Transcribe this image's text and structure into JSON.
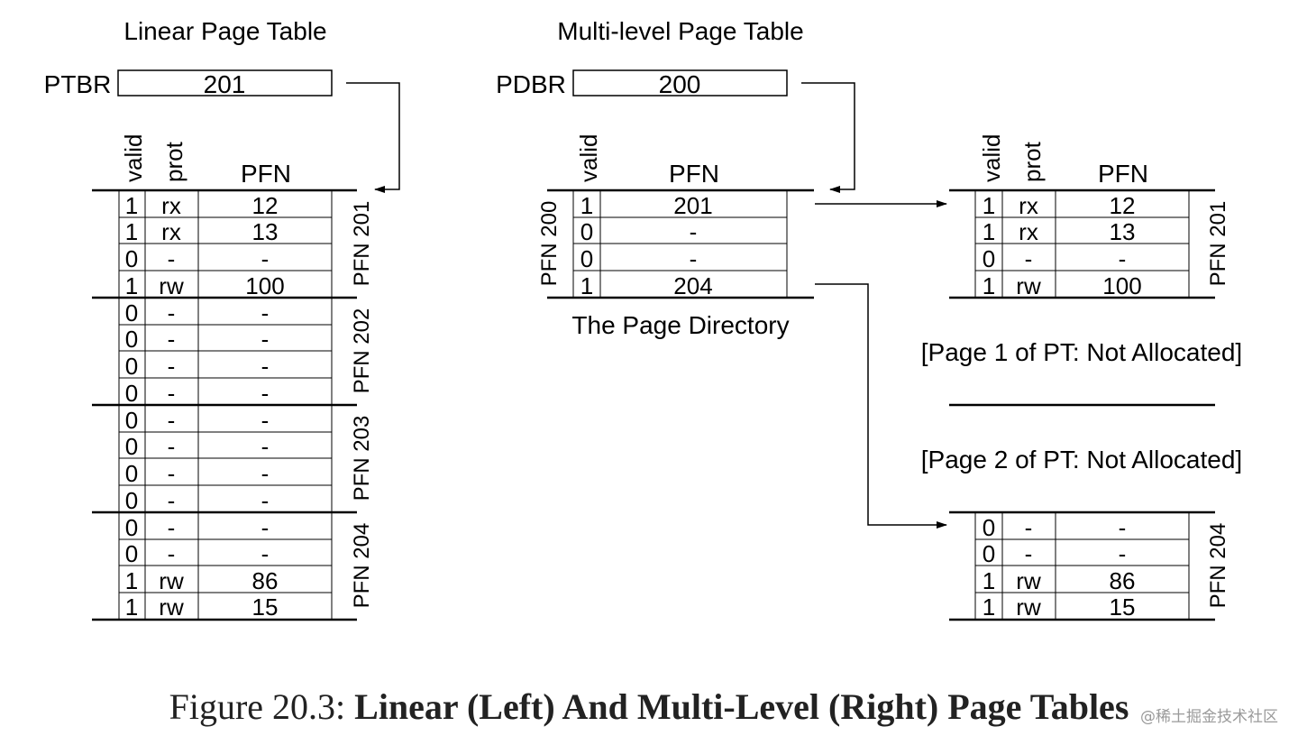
{
  "linear": {
    "title": "Linear Page Table",
    "reg_label": "PTBR",
    "reg_value": "201",
    "headers": [
      "valid",
      "prot",
      "PFN"
    ],
    "pages": [
      {
        "label": "PFN 201",
        "rows": [
          [
            "1",
            "rx",
            "12"
          ],
          [
            "1",
            "rx",
            "13"
          ],
          [
            "0",
            "-",
            "-"
          ],
          [
            "1",
            "rw",
            "100"
          ]
        ]
      },
      {
        "label": "PFN 202",
        "rows": [
          [
            "0",
            "-",
            "-"
          ],
          [
            "0",
            "-",
            "-"
          ],
          [
            "0",
            "-",
            "-"
          ],
          [
            "0",
            "-",
            "-"
          ]
        ]
      },
      {
        "label": "PFN 203",
        "rows": [
          [
            "0",
            "-",
            "-"
          ],
          [
            "0",
            "-",
            "-"
          ],
          [
            "0",
            "-",
            "-"
          ],
          [
            "0",
            "-",
            "-"
          ]
        ]
      },
      {
        "label": "PFN 204",
        "rows": [
          [
            "0",
            "-",
            "-"
          ],
          [
            "0",
            "-",
            "-"
          ],
          [
            "1",
            "rw",
            "86"
          ],
          [
            "1",
            "rw",
            "15"
          ]
        ]
      }
    ]
  },
  "multi": {
    "title": "Multi-level Page Table",
    "reg_label": "PDBR",
    "reg_value": "200",
    "directory": {
      "headers": [
        "valid",
        "PFN"
      ],
      "label": "PFN 200",
      "caption": "The Page Directory",
      "rows": [
        [
          "1",
          "201"
        ],
        [
          "0",
          "-"
        ],
        [
          "0",
          "-"
        ],
        [
          "1",
          "204"
        ]
      ]
    },
    "pt_headers": [
      "valid",
      "prot",
      "PFN"
    ],
    "page0": {
      "label": "PFN 201",
      "rows": [
        [
          "1",
          "rx",
          "12"
        ],
        [
          "1",
          "rx",
          "13"
        ],
        [
          "0",
          "-",
          "-"
        ],
        [
          "1",
          "rw",
          "100"
        ]
      ]
    },
    "not_allocated_1": "[Page 1 of PT: Not Allocated]",
    "not_allocated_2": "[Page 2 of PT: Not Allocated]",
    "page3": {
      "label": "PFN 204",
      "rows": [
        [
          "0",
          "-",
          "-"
        ],
        [
          "0",
          "-",
          "-"
        ],
        [
          "1",
          "rw",
          "86"
        ],
        [
          "1",
          "rw",
          "15"
        ]
      ]
    }
  },
  "caption": {
    "prefix": "Figure 20.3: ",
    "bold": "Linear (Left) And Multi-Level (Right) Page Tables"
  },
  "watermark": "@稀土掘金技术社区"
}
